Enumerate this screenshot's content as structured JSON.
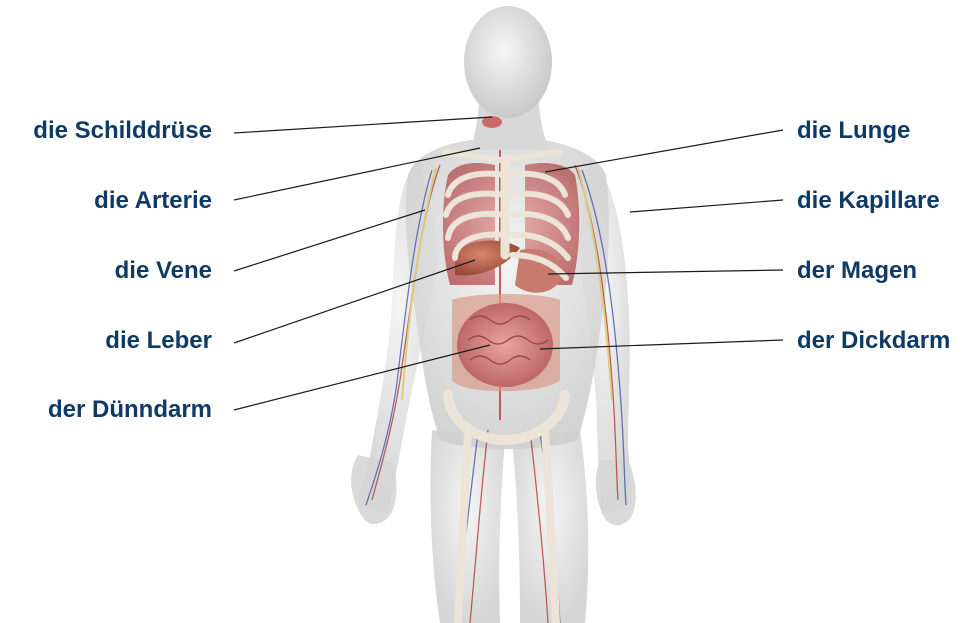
{
  "colors": {
    "label_text": "#0f3a66",
    "leader_line": "#1a1a1a",
    "body_skin": "#dcdcdc",
    "organs": "#c86a6a",
    "bones": "#ece4d6",
    "nerves": "#d9c45a",
    "vessels_red": "#b03030",
    "vessels_blue": "#3b4fa0"
  },
  "labels": {
    "left": [
      {
        "text": "die Schilddrüse"
      },
      {
        "text": "die Arterie"
      },
      {
        "text": "die Vene"
      },
      {
        "text": "die Leber"
      },
      {
        "text": "der Dünndarm"
      }
    ],
    "right": [
      {
        "text": "die Lunge"
      },
      {
        "text": "die Kapillare"
      },
      {
        "text": "der Magen"
      },
      {
        "text": "der Dickdarm"
      }
    ]
  }
}
